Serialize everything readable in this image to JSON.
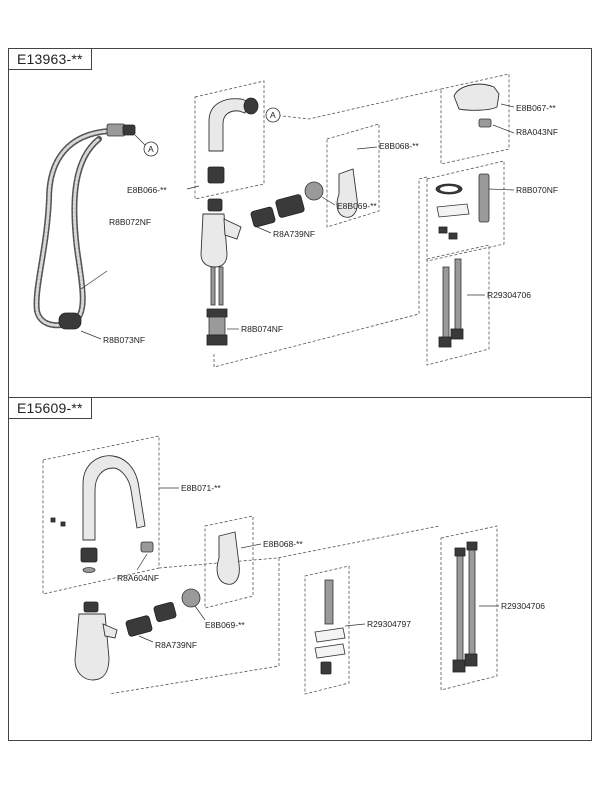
{
  "panel_1": {
    "model": "E13963-**",
    "ref_marker": "A",
    "parts": {
      "hose": "R8B072NF",
      "hose_weight": "R8B073NF",
      "spout": "E8B066-**",
      "cartridge_1": "R8A739NF",
      "cartridge_2": "E8B069-**",
      "lever": "E8B068-**",
      "handle": "E8B067-**",
      "handle_cap": "R8A043NF",
      "handle_kit": "R8B070NF",
      "supply_hoses": "R29304706",
      "body_mount": "R8B074NF"
    }
  },
  "panel_2": {
    "model": "E15609-**",
    "parts": {
      "spout": "E8B071-**",
      "aerator": "R8A604NF",
      "lever": "E8B068-**",
      "cartridge_1": "E8B069-**",
      "cartridge_2": "R8A739NF",
      "mount_kit": "R29304797",
      "supply_hoses": "R29304706"
    }
  }
}
